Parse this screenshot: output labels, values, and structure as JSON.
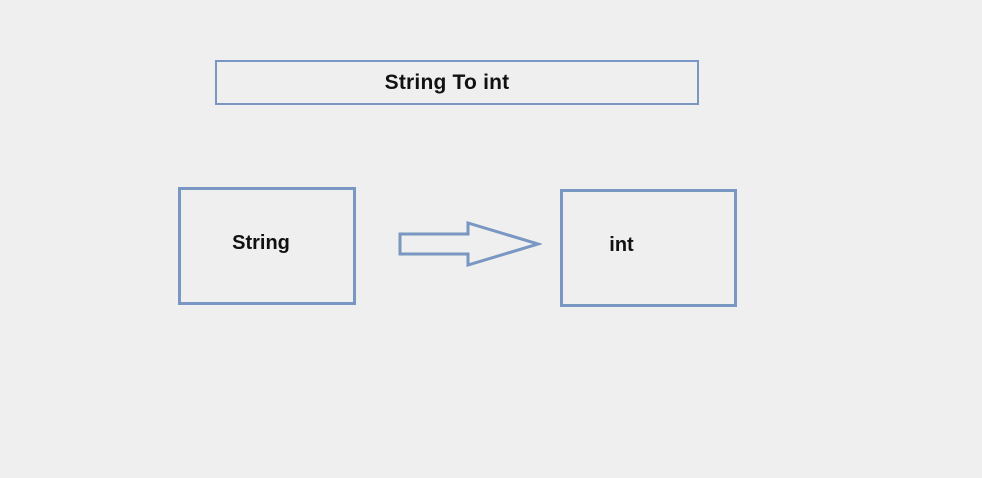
{
  "diagram": {
    "title": "String To int",
    "nodes": [
      {
        "id": "source",
        "label": "String"
      },
      {
        "id": "target",
        "label": "int"
      }
    ],
    "connector": {
      "shape": "block-arrow",
      "direction": "right"
    }
  },
  "colors": {
    "background": "#efefef",
    "box_border": "#7a96c2",
    "text": "#111111"
  }
}
